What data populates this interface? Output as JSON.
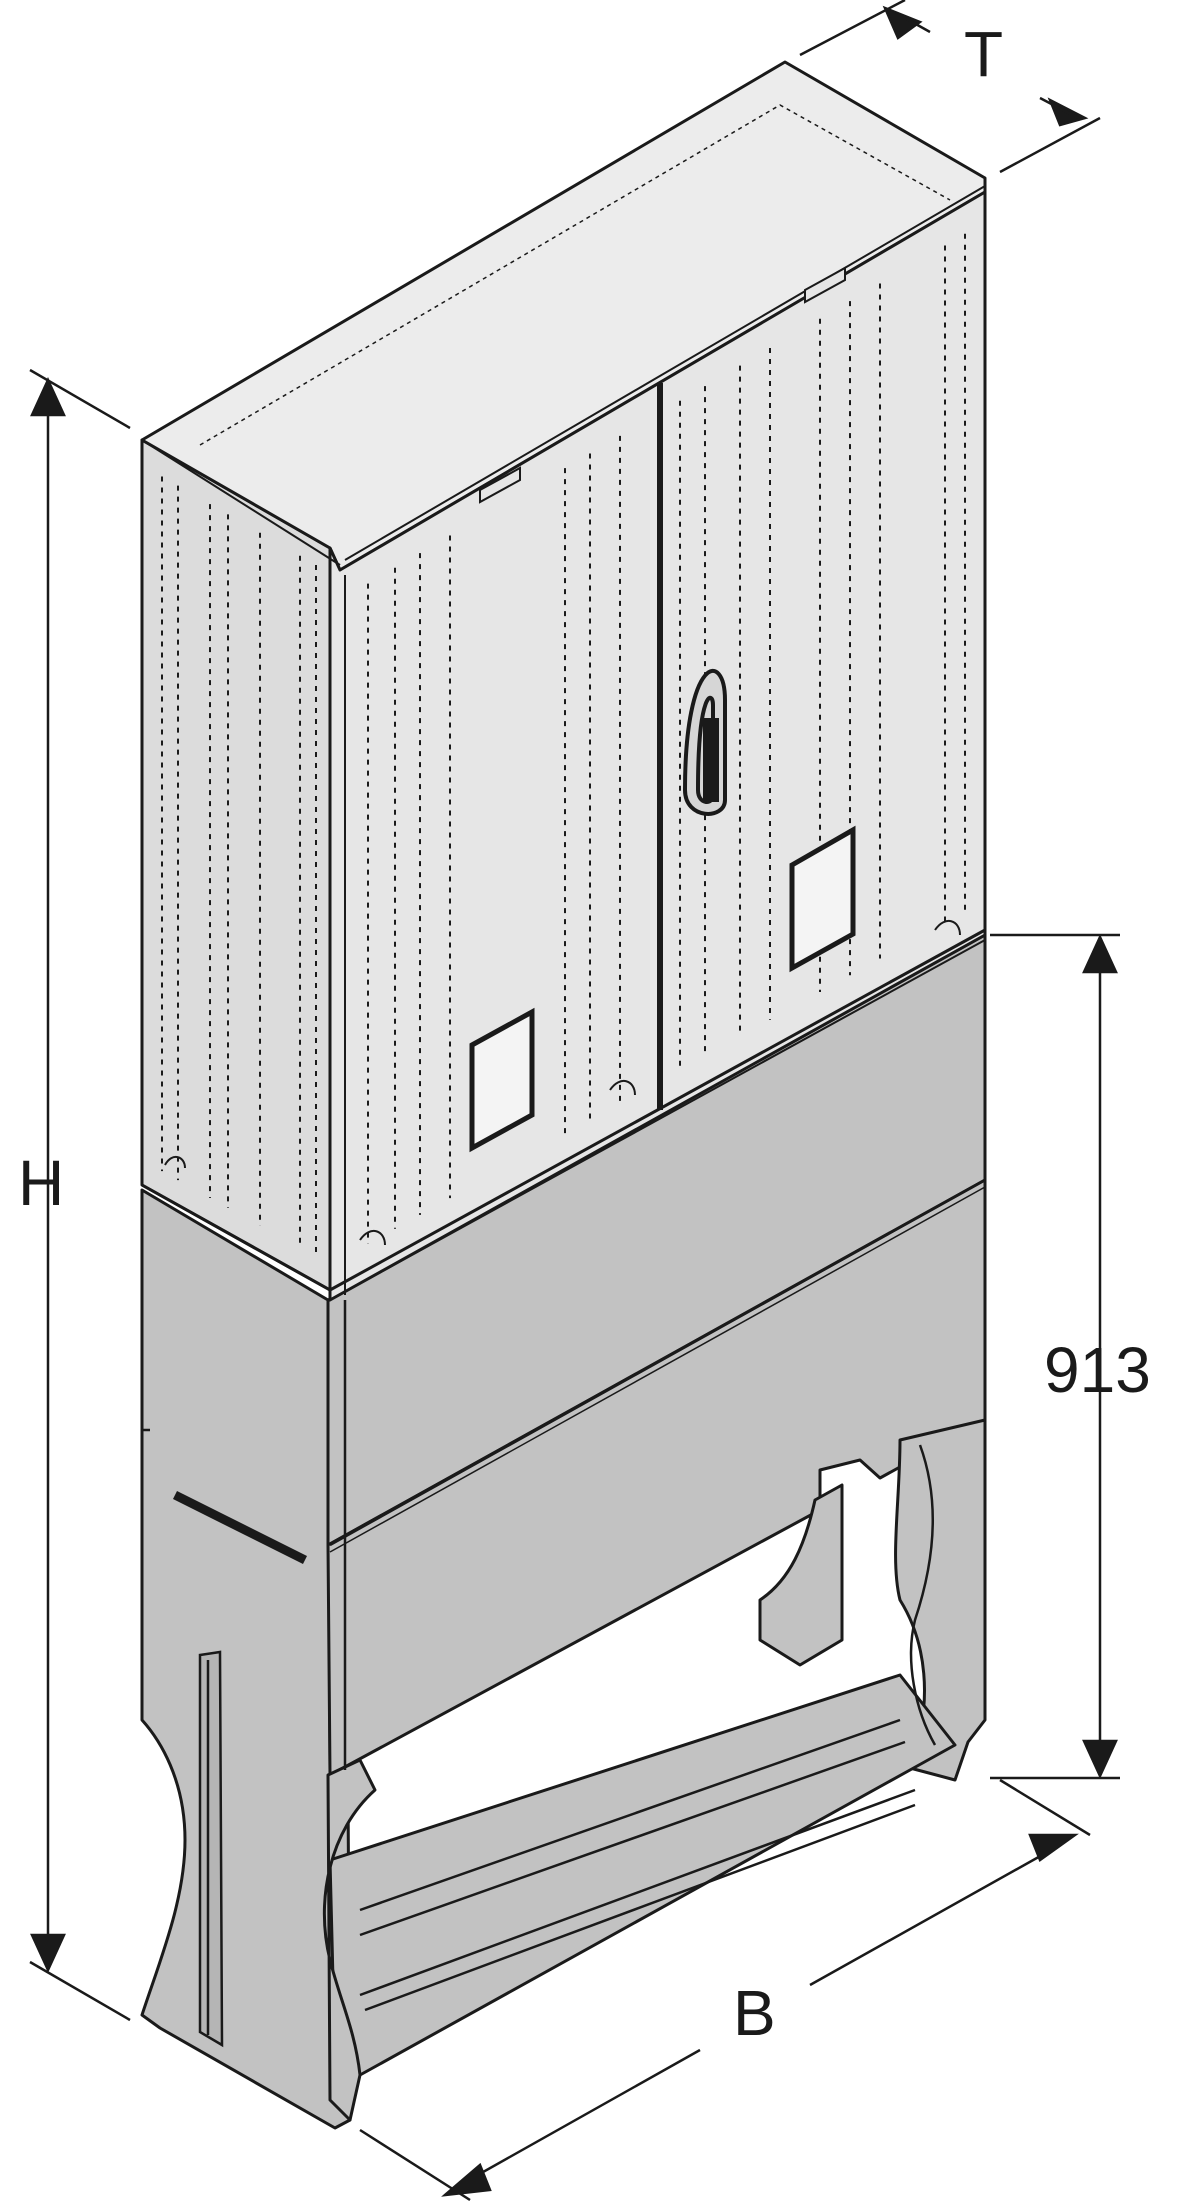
{
  "dimensions": {
    "height_label": "H",
    "depth_label": "T",
    "width_label": "B",
    "base_height_label": "913"
  },
  "colors": {
    "cabinet": "#e6e6e6",
    "cabinet_side": "#dcdcdc",
    "cabinet_top": "#ececec",
    "base": "#c2c2c2",
    "base_dark": "#a9a9a9",
    "line": "#1a1a1a",
    "background": "#ffffff"
  }
}
